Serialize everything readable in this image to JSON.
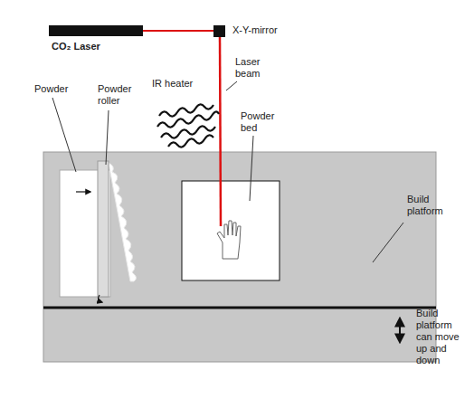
{
  "diagram": {
    "labels": [
      "CO₂ Laser",
      "X-Y-mirror",
      "Laser beam",
      "IR heater",
      "Powder",
      "Powder roller",
      "Powder bed",
      "Build platform",
      "Build platform can move up and down"
    ]
  }
}
